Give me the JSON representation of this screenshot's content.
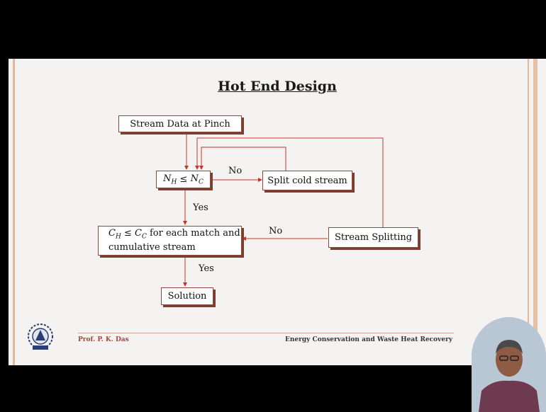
{
  "slide": {
    "title": "Hot End Design",
    "boxes": {
      "stream_data": "Stream Data at Pinch",
      "condition1_main": "N",
      "condition1_sub_h": "H",
      "condition1_leq": " ≤ ",
      "condition1_sub_c": "C",
      "split_cold": "Split cold stream",
      "condition2_line1_sub_h": "H",
      "condition2_line1_sub_c": "C",
      "condition2_line1_rest": " for each match and",
      "condition2_line2": "cumulative stream",
      "stream_splitting": "Stream Splitting",
      "solution": "Solution"
    },
    "labels": {
      "no1": "No",
      "yes1": "Yes",
      "no2": "No",
      "yes2": "Yes"
    },
    "footer": {
      "author": "Prof. P. K. Das",
      "course": "Energy Conservation and Waste Heat Recovery"
    }
  },
  "colors": {
    "arrow": "#c0392b",
    "box_border": "#8a4b3c",
    "footer_accent": "#a3463c"
  }
}
